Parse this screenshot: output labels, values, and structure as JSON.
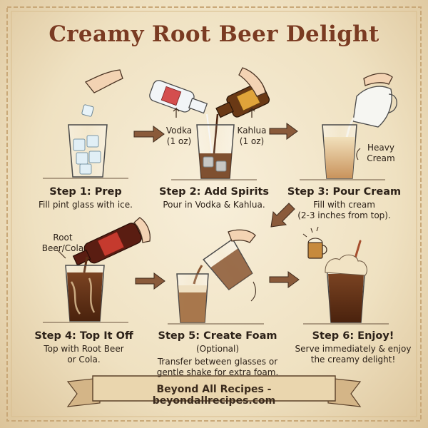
{
  "title": "Creamy Root Beer Delight",
  "labels": {
    "vodka": "Vodka",
    "vodka_amount": "(1 oz)",
    "kahlua": "Kahlua",
    "kahlua_amount": "(1 oz)",
    "heavy": "Heavy",
    "cream": "Cream",
    "root": "Root",
    "beer_cola": "Beer/Cola"
  },
  "steps": [
    {
      "title": "Step 1: Prep",
      "lines": [
        "Fill pint glass with ice."
      ]
    },
    {
      "title": "Step 2: Add Spirits",
      "lines": [
        "Pour in Vodka & Kahlua."
      ]
    },
    {
      "title": "Step 3: Pour Cream",
      "lines": [
        "Fill with cream",
        "(2-3 inches from top)."
      ]
    },
    {
      "title": "Step 4: Top It Off",
      "lines": [
        "Top with Root Beer",
        "or Cola."
      ]
    },
    {
      "title": "Step 5: Create Foam",
      "optional": "(Optional)",
      "lines": [
        "Transfer between glasses or",
        "gentle shake for extra foam."
      ]
    },
    {
      "title": "Step 6: Enjoy!",
      "lines": [
        "Serve immediately & enjoy",
        "the creamy delight!"
      ]
    }
  ],
  "footer": "Beyond All Recipes - beyondallrecipes.com",
  "colors": {
    "title": "#7a3b22",
    "parchment": "#efe1c1",
    "ink": "#2c2118",
    "root_beer": "#5a2e14",
    "cream": "#e9d4a8",
    "arrow": "#8a5a3a"
  }
}
